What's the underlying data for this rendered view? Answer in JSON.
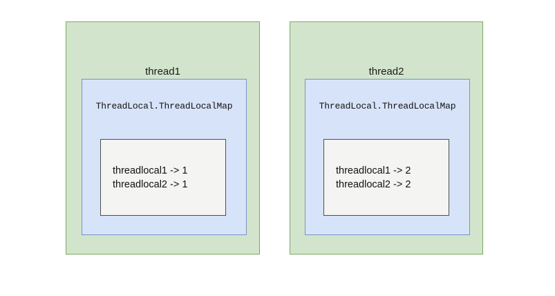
{
  "diagram": {
    "type": "nested-box-diagram",
    "background_color": "#ffffff",
    "colors": {
      "thread_fill": "#d2e5cc",
      "thread_border": "#7aa862",
      "map_fill": "#d7e3f9",
      "map_border": "#7792c4",
      "entries_fill": "#f4f4f2",
      "entries_border": "#4d4d4d",
      "text": "#111111"
    },
    "threads": [
      {
        "title": "thread1",
        "map": {
          "title": "ThreadLocal.ThreadLocalMap",
          "entries": [
            {
              "line": "threadlocal1 -> 1",
              "key": "threadlocal1",
              "value": "1"
            },
            {
              "line": "threadlocal2 -> 1",
              "key": "threadlocal2",
              "value": "1"
            }
          ]
        }
      },
      {
        "title": "thread2",
        "map": {
          "title": "ThreadLocal.ThreadLocalMap",
          "entries": [
            {
              "line": "threadlocal1 -> 2",
              "key": "threadlocal1",
              "value": "2"
            },
            {
              "line": "threadlocal2 -> 2",
              "key": "threadlocal2",
              "value": "2"
            }
          ]
        }
      }
    ]
  }
}
